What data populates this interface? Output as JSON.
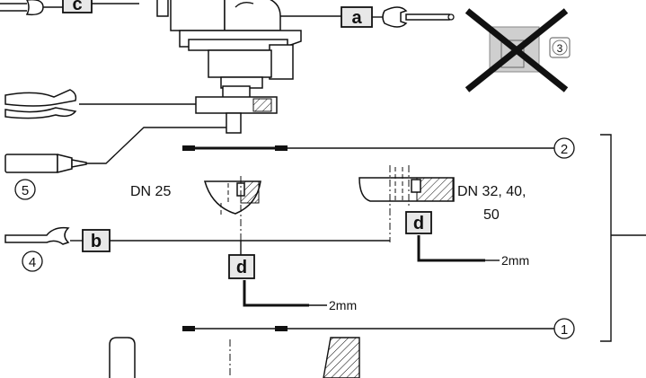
{
  "labels": {
    "a": "a",
    "b": "b",
    "c": "c",
    "d": "d"
  },
  "callouts": {
    "c1": "1",
    "c2": "2",
    "c3": "3",
    "c4": "4",
    "c5": "5"
  },
  "dimensions": {
    "dn_small": "DN 25",
    "dn_large_line1": "DN 32, 40,",
    "dn_large_line2": "50",
    "allen_left": "2mm",
    "allen_right": "2mm"
  }
}
